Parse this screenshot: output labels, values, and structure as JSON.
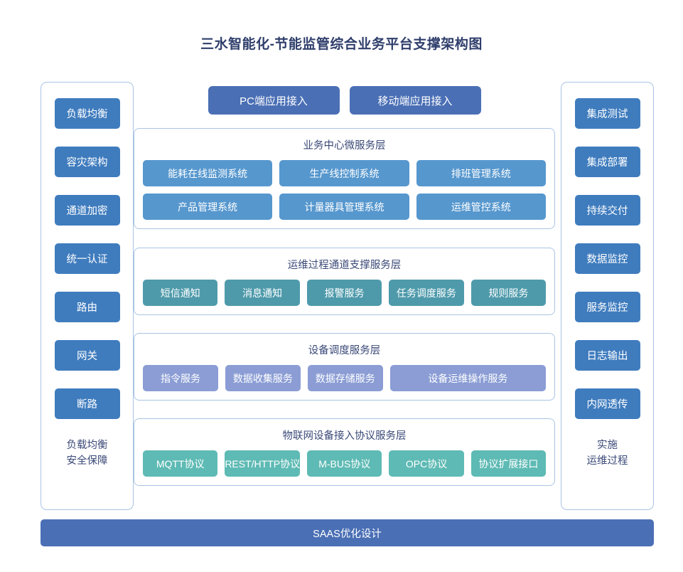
{
  "header": {
    "title": "三水智能化-节能监管综合业务平台支撑架构图"
  },
  "colors": {
    "title_text": "#2f3e6b",
    "panel_border": "#a9c4e4",
    "side_button": "#3f7cbe",
    "access_bar": "#4a6fb5",
    "business_chip": "#5697ce",
    "ops_chip": "#4e9aab",
    "device_chip": "#8b9dd4",
    "iot_chip": "#5ebab4",
    "bottom_bar": "#4a6fb5"
  },
  "left_column": {
    "items": [
      {
        "label": "负载均衡"
      },
      {
        "label": "容灾架构"
      },
      {
        "label": "通道加密"
      },
      {
        "label": "统一认证"
      },
      {
        "label": "路由"
      },
      {
        "label": "网关"
      },
      {
        "label": "断路"
      }
    ],
    "caption_line1": "负载均衡",
    "caption_line2": "安全保障"
  },
  "right_column": {
    "items": [
      {
        "label": "集成测试"
      },
      {
        "label": "集成部署"
      },
      {
        "label": "持续交付"
      },
      {
        "label": "数据监控"
      },
      {
        "label": "服务监控"
      },
      {
        "label": "日志输出"
      },
      {
        "label": "内网透传"
      }
    ],
    "caption_line1": "实施",
    "caption_line2": "运维过程"
  },
  "access": {
    "pc": "PC端应用接入",
    "mobile": "移动端应用接入"
  },
  "layers": {
    "business": {
      "title": "业务中心微服务层",
      "row1": [
        {
          "label": "能耗在线监测系统"
        },
        {
          "label": "生产线控制系统"
        },
        {
          "label": "排班管理系统"
        }
      ],
      "row2": [
        {
          "label": "产品管理系统"
        },
        {
          "label": "计量器具管理系统"
        },
        {
          "label": "运维管控系统"
        }
      ]
    },
    "ops": {
      "title": "运维过程通道支撑服务层",
      "items": [
        {
          "label": "短信通知"
        },
        {
          "label": "消息通知"
        },
        {
          "label": "报警服务"
        },
        {
          "label": "任务调度服务"
        },
        {
          "label": "规则服务"
        }
      ]
    },
    "device": {
      "title": "设备调度服务层",
      "items": [
        {
          "label": "指令服务"
        },
        {
          "label": "数据收集服务"
        },
        {
          "label": "数据存储服务"
        },
        {
          "label": "设备运维操作服务"
        }
      ]
    },
    "iot": {
      "title": "物联网设备接入协议服务层",
      "items": [
        {
          "label": "MQTT协议"
        },
        {
          "label": "REST/HTTP协议"
        },
        {
          "label": "M-BUS协议"
        },
        {
          "label": "OPC协议"
        },
        {
          "label": "协议扩展接口"
        }
      ]
    }
  },
  "footer": {
    "label": "SAAS优化设计"
  }
}
